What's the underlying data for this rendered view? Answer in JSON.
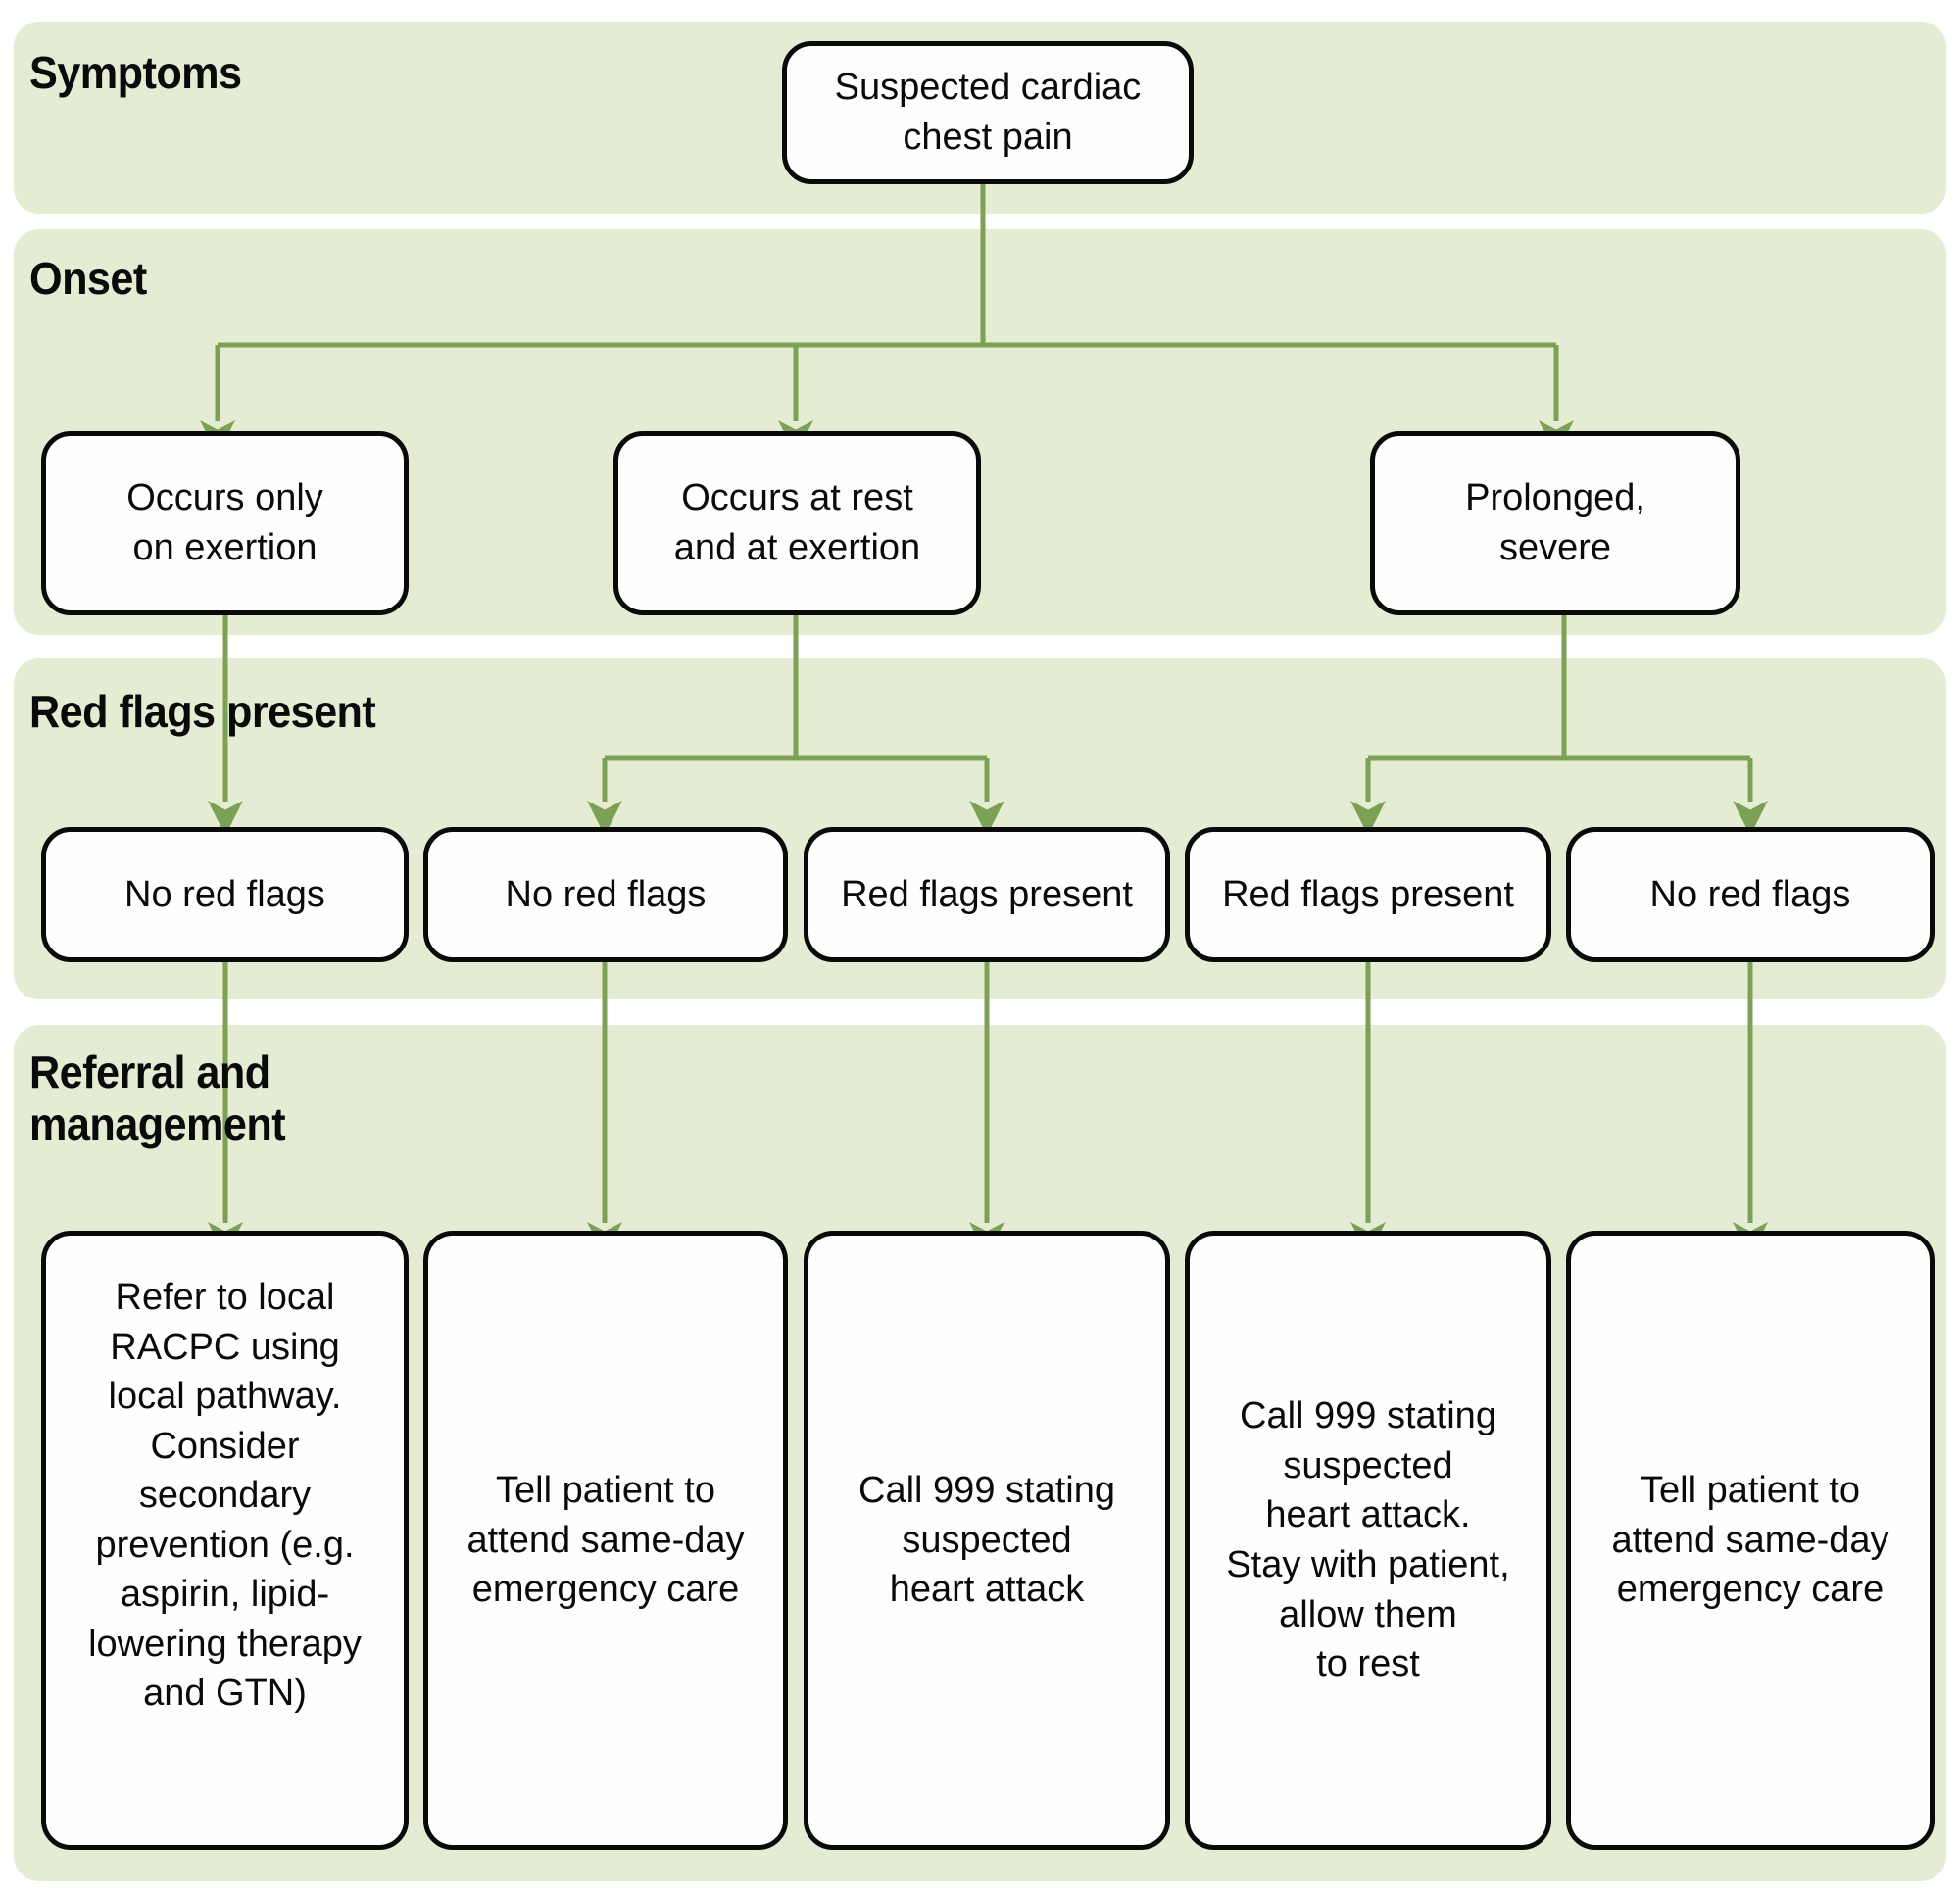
{
  "theme": {
    "band_fill": "#e4edd4",
    "connector_green": "#7ba155",
    "node_border": "#0a0a0a",
    "node_fill": "#fefffd",
    "text": "#0a0a0a",
    "page_background": "#ffffff"
  },
  "bands": [
    {
      "id": "symptoms",
      "label": "Symptoms"
    },
    {
      "id": "onset",
      "label": "Onset"
    },
    {
      "id": "red-flags",
      "label": "Red flags present"
    },
    {
      "id": "referral",
      "label": "Referral and\nmanagement"
    }
  ],
  "nodes": {
    "root": "Suspected cardiac\nchest pain",
    "onset": [
      "Occurs only\non exertion",
      "Occurs at rest\nand at exertion",
      "Prolonged,\nsevere"
    ],
    "red_flags": [
      "No red flags",
      "No red flags",
      "Red flags present",
      "Red flags present",
      "No red flags"
    ],
    "management": [
      "Refer to local\nRACPC using\nlocal pathway.\nConsider\nsecondary\nprevention (e.g.\naspirin, lipid-\nlowering therapy\nand GTN)",
      "Tell patient to\nattend same-day\nemergency care",
      "Call 999 stating\nsuspected\nheart attack",
      "Call 999 stating\nsuspected\nheart attack.\nStay with patient,\nallow them\nto rest",
      "Tell patient to\nattend same-day\nemergency care"
    ]
  },
  "chart_data": {
    "type": "table",
    "title": "Suspected cardiac chest pain assessment pathway",
    "rows": [
      {
        "onset": "Occurs only on exertion",
        "red_flags": "No red flags",
        "management": "Refer to local RACPC using local pathway. Consider secondary prevention (e.g. aspirin, lipid-lowering therapy and GTN)"
      },
      {
        "onset": "Occurs at rest and at exertion",
        "red_flags": "No red flags",
        "management": "Tell patient to attend same-day emergency care"
      },
      {
        "onset": "Occurs at rest and at exertion",
        "red_flags": "Red flags present",
        "management": "Call 999 stating suspected heart attack"
      },
      {
        "onset": "Prolonged, severe",
        "red_flags": "Red flags present",
        "management": "Call 999 stating suspected heart attack. Stay with patient, allow them to rest"
      },
      {
        "onset": "Prolonged, severe",
        "red_flags": "No red flags",
        "management": "Tell patient to attend same-day emergency care"
      }
    ]
  }
}
